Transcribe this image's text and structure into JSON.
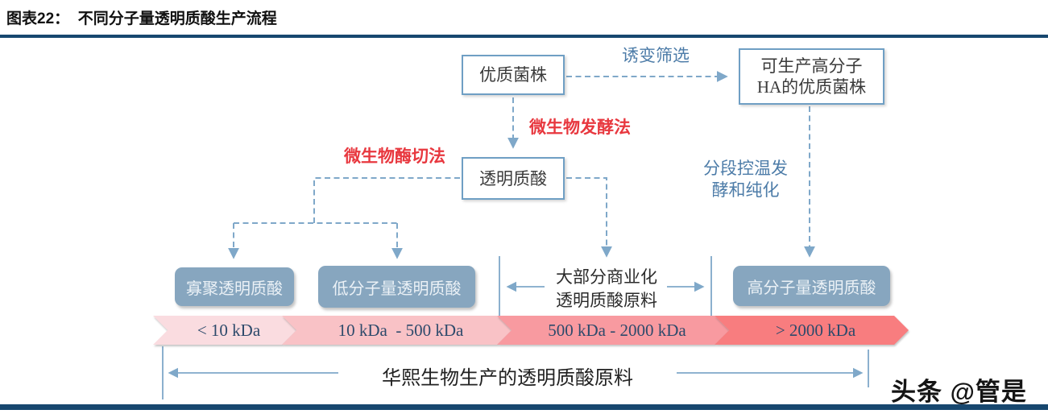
{
  "header": {
    "title": "图表22：  不同分子量透明质酸生产流程"
  },
  "nodes": {
    "quality_strain": "优质菌株",
    "hmw_strain_line1": "可生产高分子",
    "hmw_strain_line2": "HA的优质菌株",
    "hyaluronic_acid": "透明质酸",
    "oligo_ha": "寡聚透明质酸",
    "low_mw_ha": "低分子量透明质酸",
    "high_mw_ha": "高分子量透明质酸"
  },
  "labels": {
    "mutation_screening": "诱变筛选",
    "microbial_fermentation": "微生物发酵法",
    "microbial_enzyme_cutting": "微生物酶切法",
    "staged_fermentation_line1": "分段控温发",
    "staged_fermentation_line2": "酵和纯化",
    "commercial_line1": "大部分商业化",
    "commercial_line2": "透明质酸原料",
    "huaxi_bracket": "华熙生物生产的透明质酸原料",
    "watermark": "头条 @管是"
  },
  "chevrons": [
    {
      "label": "< 10 kDa",
      "color": "#fadce0"
    },
    {
      "label": "10 kDa  - 500 kDa",
      "color": "#f9c2c6"
    },
    {
      "label": "500 kDa - 2000 kDa",
      "color": "#f89aa0"
    },
    {
      "label": "> 2000 kDa",
      "color": "#f87d7f"
    }
  ],
  "colors": {
    "accent_line": "#7fa8c9",
    "box_border": "#6f9fc4",
    "blue_text": "#4d7ca8",
    "red_text": "#e8383f",
    "navy_rule": "#17476f",
    "node_fill": "#87a6bf",
    "node_text": "#ebf1f6",
    "chevron_text": "#2d4a6b",
    "diagram_text": "#3a3a3a"
  }
}
